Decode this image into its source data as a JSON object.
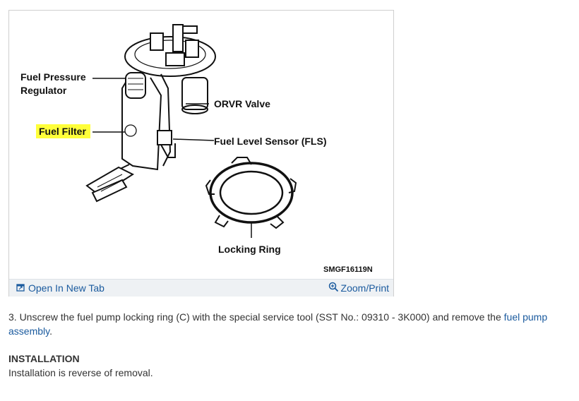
{
  "figure": {
    "labels": {
      "fuel_pressure_regulator_line1": "Fuel Pressure",
      "fuel_pressure_regulator_line2": "Regulator",
      "fuel_filter": "Fuel Filter",
      "orvr_valve": "ORVR Valve",
      "fuel_level_sensor": "Fuel Level Sensor (FLS)",
      "locking_ring": "Locking Ring",
      "figure_code": "SMGF16119N"
    },
    "highlight_color": "#ffff3a",
    "open_new_tab_label": "Open In New Tab",
    "zoom_print_label": "Zoom/Print",
    "open_icon": "open-in-new-tab-icon",
    "zoom_icon": "magnifier-plus-icon"
  },
  "step": {
    "text_before_link": "3. Unscrew the fuel pump locking ring (C) with the special service tool (SST No.: 09310 - 3K000) and remove the ",
    "link_text": "fuel pump assembly",
    "text_after_link": "."
  },
  "installation": {
    "heading": "INSTALLATION",
    "body": "Installation is reverse of removal."
  },
  "colors": {
    "link": "#1a5a9e",
    "text": "#333333"
  }
}
